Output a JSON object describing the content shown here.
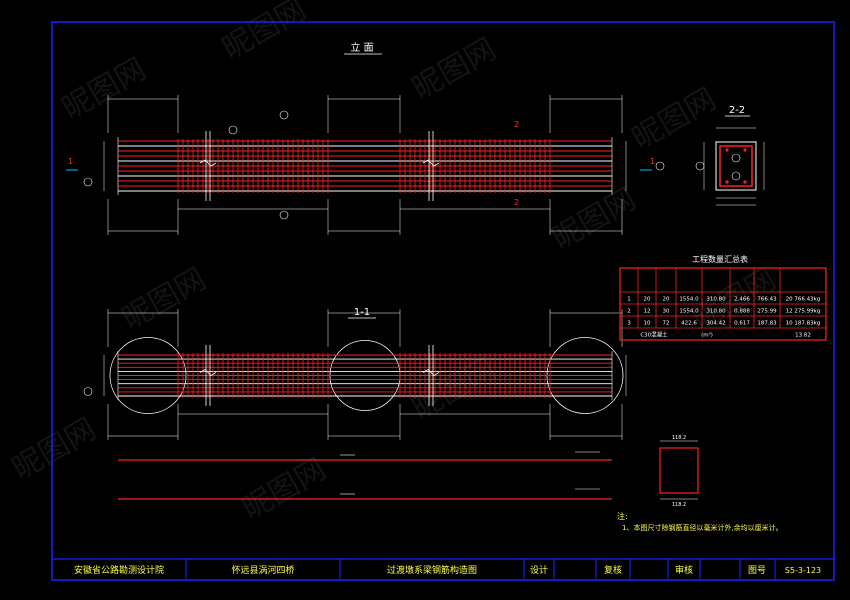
{
  "colors": {
    "background": "#000000",
    "frame": "#2020ff",
    "rebar": "#ff2020",
    "dimension": "#ffffff",
    "title_text": "#ffff40",
    "watermark": "#3a3a3a"
  },
  "views": {
    "elevation_title": "立  面",
    "section_1_1_title": "1-1",
    "section_2_2_title": "2-2",
    "section_mark": "1",
    "callout_2": "2"
  },
  "quantity_table": {
    "title": "工程数量汇总表",
    "rows": [
      [
        "1",
        "20",
        "20",
        "1554.0",
        "310.80",
        "2.466",
        "766.43",
        "20  766.43kg"
      ],
      [
        "2",
        "12",
        "30",
        "1554.0",
        "310.80",
        "0.888",
        "275.99",
        "12  275.99kg"
      ],
      [
        "3",
        "10",
        "72",
        "422.6",
        "304.42",
        "0.617",
        "187.83",
        "10  187.83kg"
      ]
    ],
    "concrete_label": "C30混凝土",
    "concrete_unit": "(m³)",
    "concrete_value": "13.82"
  },
  "small_section": {
    "top_dim": "118.2",
    "bottom_dim": "118.2"
  },
  "note": {
    "label": "注:",
    "text": "1、本图尺寸除钢筋直径以毫米计外,余均以厘米计。"
  },
  "title_block": {
    "institute": "安徽省公路勘测设计院",
    "project": "怀远县涡河四桥",
    "drawing_title": "过渡墩系梁钢筋构造图",
    "design_label": "设计",
    "check_label": "复核",
    "review_label": "审核",
    "number_label": "图号",
    "number_value": "S5-3-123"
  },
  "watermark": {
    "text": "昵图网"
  }
}
